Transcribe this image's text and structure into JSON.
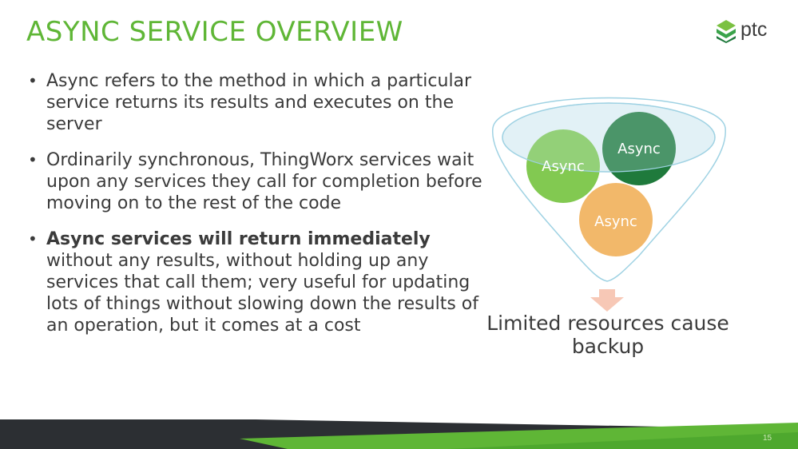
{
  "slide": {
    "title": "ASYNC SERVICE OVERVIEW",
    "logo_text": "ptc",
    "bullets": [
      {
        "text": "Async refers to the method in which a particular service returns its results and executes on the server"
      },
      {
        "text": "Ordinarily synchronous, ThingWorx services wait upon any services they call for completion before moving on to the rest of the code"
      },
      {
        "bold": "Async services will return immediately",
        "text": " without any results, without holding up any services that call them; very useful for updating lots of things without slowing down the results of an operation, but it comes at a cost"
      }
    ],
    "diagram": {
      "circle_labels": [
        "Async",
        "Async",
        "Async"
      ],
      "caption": "Limited resources cause backup"
    },
    "page_number": "15"
  },
  "colors": {
    "title_green": "#5fb636",
    "circle_light_green": "#6cc033",
    "circle_dark_green": "#1f7a3c",
    "circle_orange": "#f2b86a",
    "funnel_blue": "#9fd2e3",
    "footer_dark": "#2c2f33"
  }
}
